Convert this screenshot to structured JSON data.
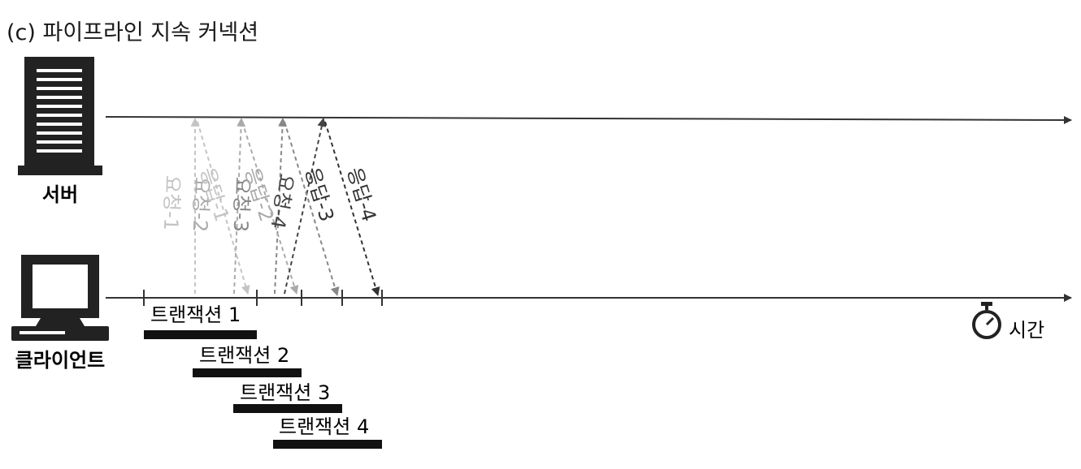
{
  "title": "(c) 파이프라인 지속 커넥션",
  "server_label": "서버",
  "client_label": "클라이언트",
  "time_label": "시간",
  "messages": [
    {
      "text": "요청-1",
      "kind": "request",
      "shade": "#c4c4c4"
    },
    {
      "text": "요청-2",
      "kind": "request",
      "shade": "#aaaaaa"
    },
    {
      "text": "응답-1",
      "kind": "response",
      "shade": "#c4c4c4"
    },
    {
      "text": "요청-3",
      "kind": "request",
      "shade": "#888888"
    },
    {
      "text": "응답-2",
      "kind": "response",
      "shade": "#aaaaaa"
    },
    {
      "text": "요청-4",
      "kind": "request",
      "shade": "#444444"
    },
    {
      "text": "응답-3",
      "kind": "response",
      "shade": "#888888"
    },
    {
      "text": "응답-4",
      "kind": "response",
      "shade": "#333333"
    }
  ],
  "transactions": [
    {
      "label": "트랜잭션 1"
    },
    {
      "label": "트랜잭션 2"
    },
    {
      "label": "트랜잭션 3"
    },
    {
      "label": "트랜잭션 4"
    }
  ],
  "icons": {
    "server": "server-tower-icon",
    "client": "desktop-computer-icon",
    "time": "stopwatch-icon"
  }
}
